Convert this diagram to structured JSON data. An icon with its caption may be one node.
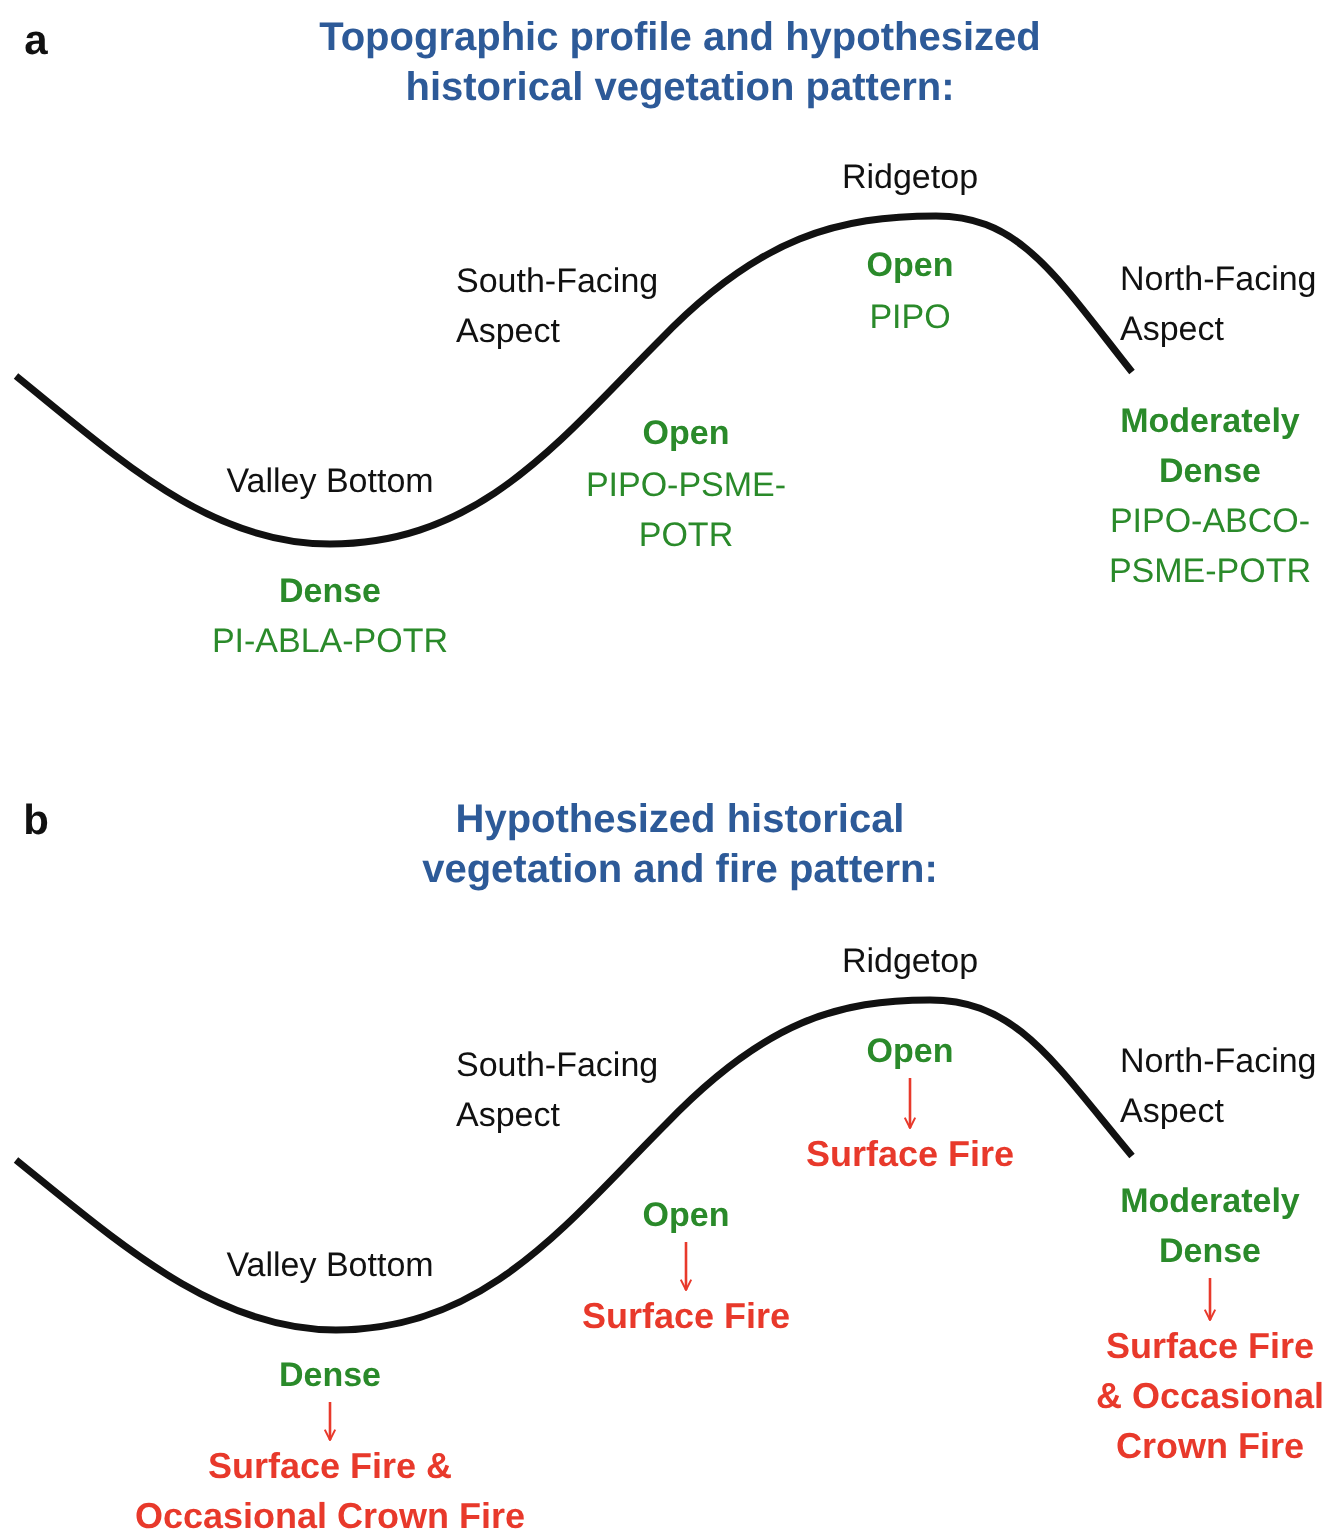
{
  "diagram": {
    "nodes": [
      {
        "text": [
          "Open"
        ]
      },
      {
        "text": [
          "Surface Fire"
        ]
      },
      {
        "text": [
          "Open"
        ]
      },
      {
        "text": [
          "Surface Fire"
        ]
      },
      {
        "text": [
          "Moderately Dense"
        ]
      },
      {
        "text": [
          "Surface Fire & Occasional Crown Fire"
        ]
      },
      {
        "text": [
          "Dense"
        ]
      },
      {
        "text": [
          "Surface Fire & Occasional Crown Fire"
        ]
      }
    ],
    "edges": [
      {
        "from": 0,
        "to": 1,
        "arrow": "to"
      },
      {
        "from": 2,
        "to": 3,
        "arrow": "to"
      },
      {
        "from": 4,
        "to": 5,
        "arrow": "to"
      },
      {
        "from": 6,
        "to": 7,
        "arrow": "to"
      }
    ],
    "labels": [
      "a",
      "Topographic profile and hypothesized historical vegetation pattern:",
      "Ridgetop",
      "South-Facing Aspect",
      "Open",
      "PIPO",
      "North-Facing Aspect",
      "Open",
      "PIPO-PSME-POTR",
      "Valley Bottom",
      "Moderately Dense",
      "PIPO-ABCO-PSME-POTR",
      "Dense",
      "PI-ABLA-POTR",
      "b",
      "Hypothesized historical vegetation and fire pattern:",
      "Ridgetop",
      "South-Facing Aspect",
      "North-Facing Aspect",
      "Valley Bottom"
    ]
  }
}
